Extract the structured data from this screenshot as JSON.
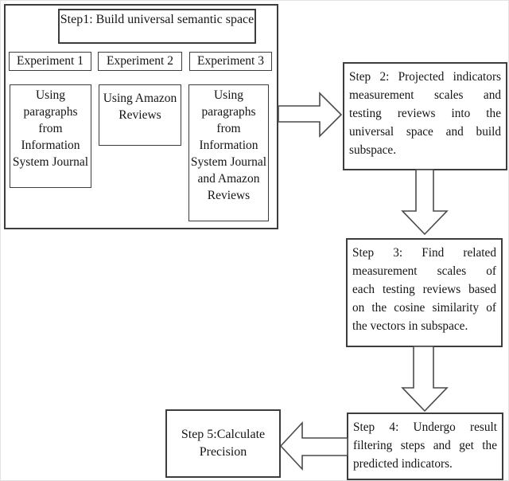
{
  "flowchart": {
    "background_color": "#ffffff",
    "box_border_color": "#3d3d3d",
    "arrow_outline_color": "#4a4a4a",
    "text_color": "#151515",
    "step1": {
      "title": "Step1: Build universal semantic space",
      "experiments": [
        {
          "label": "Experiment 1",
          "method": "Using paragraphs from Information System Journal"
        },
        {
          "label": "Experiment 2",
          "method": "Using Amazon Reviews"
        },
        {
          "label": "Experiment 3",
          "method": "Using paragraphs from Information System Journal and Amazon Reviews"
        }
      ]
    },
    "step2": {
      "lines": [
        "Step 2: Projected indicators",
        "measurement scales and",
        "testing reviews into the",
        "universal space and build",
        "subspace."
      ]
    },
    "step3": {
      "lines": [
        "Step 3: Find related",
        "measurement scales of",
        "each testing reviews based",
        "on the cosine similarity of",
        "the vectors in subspace."
      ]
    },
    "step4": {
      "lines": [
        "Step 4: Undergo result",
        "filtering steps and get the",
        "predicted indicators."
      ]
    },
    "step5": {
      "text": "Step 5:Calculate Precision"
    },
    "arrows": [
      {
        "name": "block-arrow-right",
        "from": "step1",
        "to": "step2",
        "direction": "right"
      },
      {
        "name": "block-arrow-down",
        "from": "step2",
        "to": "step3",
        "direction": "down"
      },
      {
        "name": "block-arrow-down",
        "from": "step3",
        "to": "step4",
        "direction": "down"
      },
      {
        "name": "block-arrow-left",
        "from": "step4",
        "to": "step5",
        "direction": "left"
      }
    ]
  }
}
